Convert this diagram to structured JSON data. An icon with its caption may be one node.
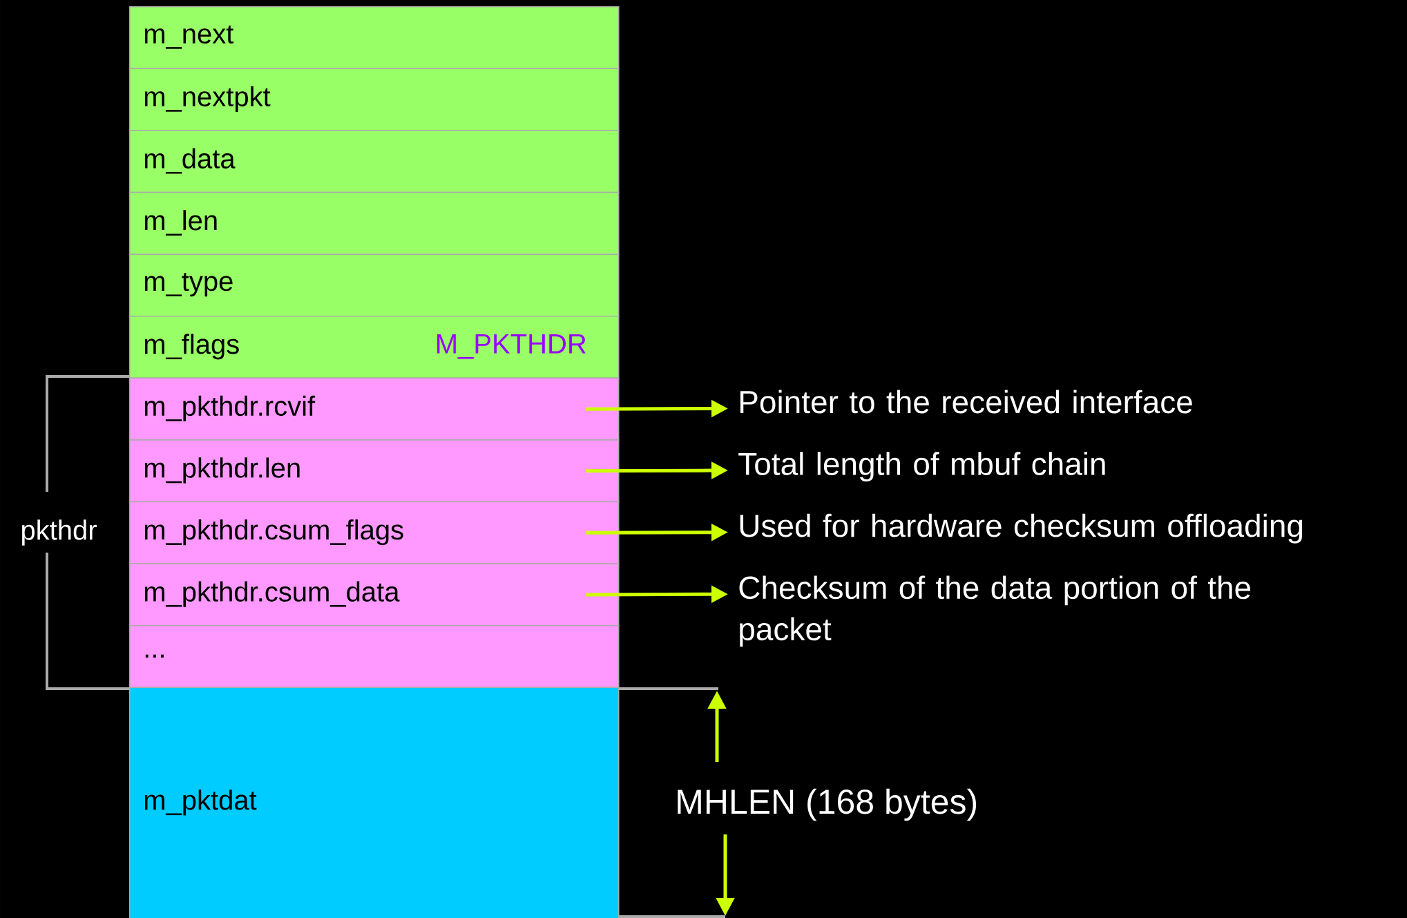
{
  "diagram": {
    "nodes": [
      {
        "text": [
          "m_next"
        ]
      },
      {
        "text": [
          "m_nextpkt"
        ]
      },
      {
        "text": [
          "m_data"
        ]
      },
      {
        "text": [
          "m_len"
        ]
      },
      {
        "text": [
          "m_type"
        ]
      },
      {
        "text": [
          "m_flags",
          "M_PKTHDR"
        ]
      },
      {
        "text": [
          "m_pkthdr.rcvif"
        ]
      },
      {
        "text": [
          "m_pkthdr.len"
        ]
      },
      {
        "text": [
          "m_pkthdr.csum_flags"
        ]
      },
      {
        "text": [
          "m_pkthdr.csum_data"
        ]
      },
      {
        "text": [
          "..."
        ]
      },
      {
        "text": [
          "m_pktdat"
        ]
      },
      {
        "text": [
          "Pointer to the received interface"
        ]
      },
      {
        "text": [
          "Total length of mbuf chain"
        ]
      },
      {
        "text": [
          "Used for hardware checksum offloading"
        ]
      },
      {
        "text": [
          "Checksum of the data portion of the packet"
        ]
      }
    ],
    "edges": [
      {
        "from": 6,
        "to": 12,
        "arrow": "to"
      },
      {
        "from": 7,
        "to": 13,
        "arrow": "to"
      },
      {
        "from": 8,
        "to": 14,
        "arrow": "to"
      },
      {
        "from": 9,
        "to": 15,
        "arrow": "to"
      }
    ],
    "labels": [
      "pkthdr",
      "MHLEN (168 bytes)"
    ]
  }
}
